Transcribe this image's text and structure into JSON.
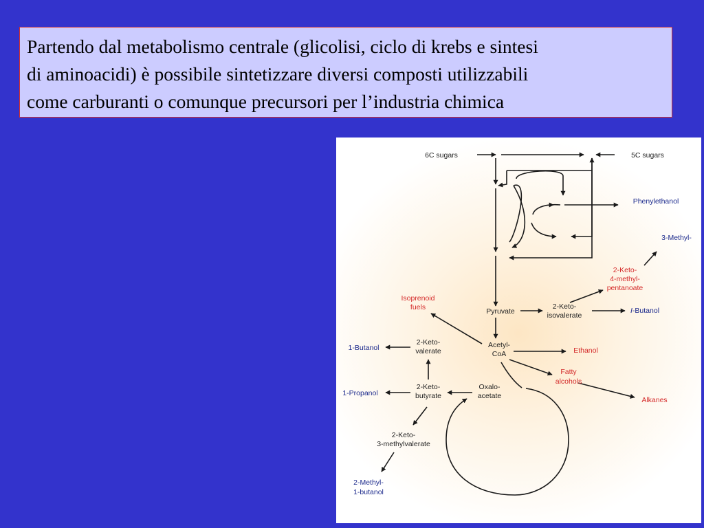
{
  "slide": {
    "colors": {
      "background": "#3333cc",
      "textbox_fill": "#ccccff",
      "textbox_border": "#d03030"
    },
    "intro_lines": [
      "Partendo dal metabolismo centrale (glicolisi, ciclo di krebs e sintesi",
      "di aminoacidi) è possibile sintetizzare diversi composti utilizzabili",
      "come carburanti o comunque precursori per l’industria chimica"
    ]
  },
  "diagram": {
    "colors": {
      "dark": "#222222",
      "blue": "#1c2a8c",
      "red": "#d42a2a"
    },
    "nodes": {
      "c6_sugars": "6C sugars",
      "c5_sugars": "5C sugars",
      "phenylethanol": "Phenylethanol",
      "methyl3": "3-Methyl-",
      "keto4methyl_l1": "2-Keto-",
      "keto4methyl_l2": "4-methyl-",
      "keto4methyl_l3": "pentanoate",
      "isoprenoid_l1": "Isoprenoid",
      "isoprenoid_l2": "fuels",
      "pyruvate": "Pyruvate",
      "ketoisovalerate_l1": "2-Keto-",
      "ketoisovalerate_l2": "isovalerate",
      "ibutanol_italic": "I",
      "ibutanol_rest": "-Butanol",
      "butanol1": "1-Butanol",
      "ketovalerate_l1": "2-Keto-",
      "ketovalerate_l2": "valerate",
      "acetylcoa_l1": "Acetyl-",
      "acetylcoa_l2": "CoA",
      "ethanol": "Ethanol",
      "fatty_l1": "Fatty",
      "fatty_l2": "alcohols",
      "propanol1": "1-Propanol",
      "ketobutyrate_l1": "2-Keto-",
      "ketobutyrate_l2": "butyrate",
      "oxalo_l1": "Oxalo-",
      "oxalo_l2": "acetate",
      "alkanes": "Alkanes",
      "ketomethylvalerate_l1": "2-Keto-",
      "ketomethylvalerate_l2": "3-methylvalerate",
      "methylbutanol_l1": "2-Methyl-",
      "methylbutanol_l2": "1-butanol"
    }
  }
}
